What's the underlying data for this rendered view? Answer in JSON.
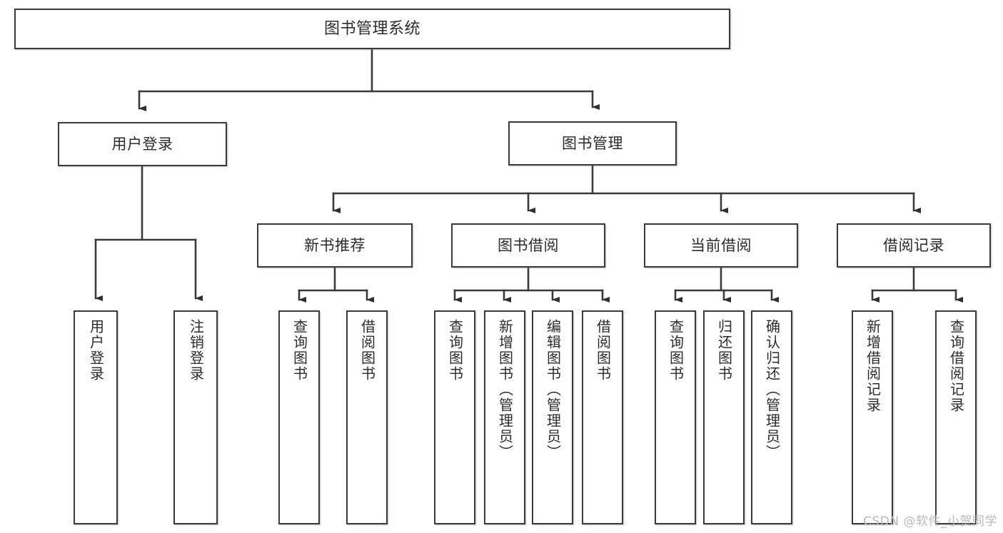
{
  "diagram": {
    "title": "图书管理系统",
    "type": "tree-hierarchy-chart",
    "watermark": "CSDN @软件_小贺同学",
    "colors": {
      "stroke": "#3a3a3a",
      "box_fill": "#ffffff",
      "text": "#2b2b2b",
      "watermark": "#b9b9b9",
      "background": "#ffffff"
    },
    "root": {
      "label": "图书管理系统"
    },
    "level2": [
      {
        "label": "用户登录"
      },
      {
        "label": "图书管理"
      }
    ],
    "level3": [
      {
        "label": "新书推荐"
      },
      {
        "label": "图书借阅"
      },
      {
        "label": "当前借阅"
      },
      {
        "label": "借阅记录"
      }
    ],
    "leaves": {
      "user_login": [
        {
          "label": "用户登录"
        },
        {
          "label": "注销登录"
        }
      ],
      "new_book_recommend": [
        {
          "label": "查询图书"
        },
        {
          "label": "借阅图书"
        }
      ],
      "book_borrow": [
        {
          "label": "查询图书"
        },
        {
          "label": "新增图书（管理员）"
        },
        {
          "label": "编辑图书（管理员）"
        },
        {
          "label": "借阅图书"
        }
      ],
      "current_borrow": [
        {
          "label": "查询图书"
        },
        {
          "label": "归还图书"
        },
        {
          "label": "确认归还（管理员）"
        }
      ],
      "borrow_record": [
        {
          "label": "新增借阅记录"
        },
        {
          "label": "查询借阅记录"
        }
      ]
    }
  }
}
